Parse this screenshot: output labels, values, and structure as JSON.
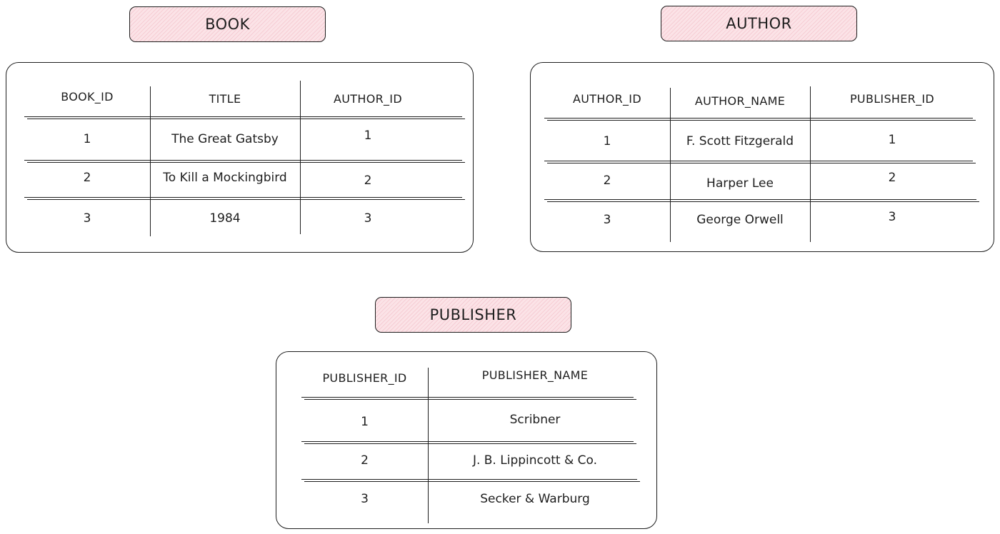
{
  "tables": {
    "book": {
      "title": "BOOK",
      "headers": [
        "BOOK_ID",
        "TITLE",
        "AUTHOR_ID"
      ],
      "rows": [
        [
          "1",
          "The Great Gatsby",
          "1"
        ],
        [
          "2",
          "To Kill a Mockingbird",
          "2"
        ],
        [
          "3",
          "1984",
          "3"
        ]
      ]
    },
    "author": {
      "title": "AUTHOR",
      "headers": [
        "AUTHOR_ID",
        "AUTHOR_NAME",
        "PUBLISHER_ID"
      ],
      "rows": [
        [
          "1",
          "F. Scott Fitzgerald",
          "1"
        ],
        [
          "2",
          "Harper Lee",
          "2"
        ],
        [
          "3",
          "George Orwell",
          "3"
        ]
      ]
    },
    "publisher": {
      "title": "PUBLISHER",
      "headers": [
        "PUBLISHER_ID",
        "PUBLISHER_NAME"
      ],
      "rows": [
        [
          "1",
          "Scribner"
        ],
        [
          "2",
          "J. B. Lippincott & Co."
        ],
        [
          "3",
          "Secker & Warburg"
        ]
      ]
    }
  },
  "colors": {
    "title_fill": "#fbe3e7",
    "title_hatch": "#f6cdd4",
    "stroke": "#1e1e1e"
  }
}
